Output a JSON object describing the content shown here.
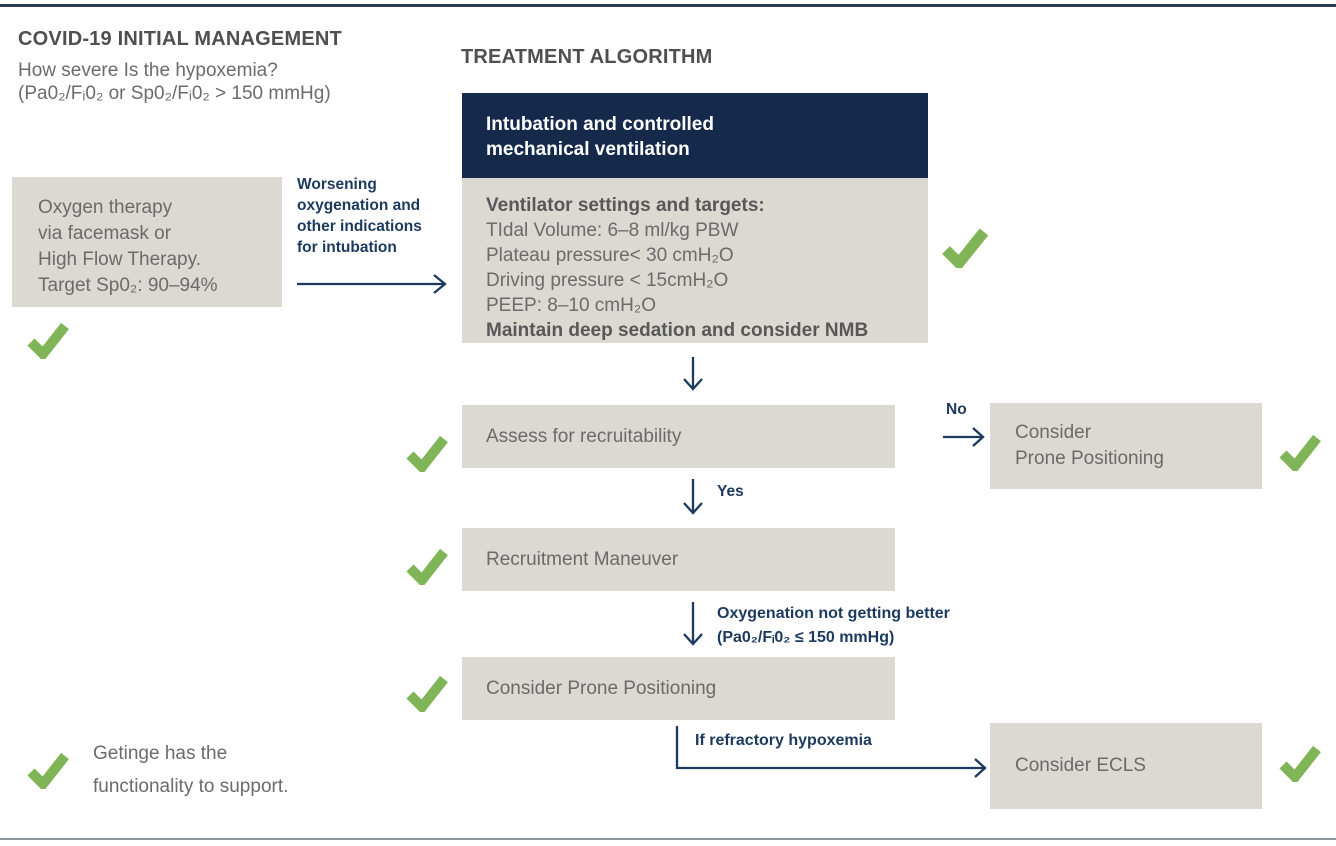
{
  "intro": {
    "title": "COVID-19 INITIAL MANAGEMENT",
    "subtitle_line1": "How severe Is the hypoxemia?",
    "subtitle_line2": "(Pa0₂/Fᵢ0₂ or Sp0₂/Fᵢ0₂ > 150 mmHg)"
  },
  "oxygen_box": {
    "lines": [
      "Oxygen therapy",
      "via facemask or",
      "High Flow Therapy.",
      "Target Sp0₂: 90–94%"
    ]
  },
  "transition_label": {
    "lines": [
      "Worsening",
      "oxygenation and",
      "other indications",
      "for intubation"
    ]
  },
  "algorithm": {
    "title": "TREATMENT ALGORITHM",
    "intubation_box": {
      "lines": [
        "Intubation and controlled",
        "mechanical ventilation"
      ]
    },
    "ventilator_box": {
      "heading": "Ventilator settings and targets:",
      "lines": [
        "TIdal Volume: 6–8 ml/kg PBW",
        "Plateau pressure< 30 cmH₂O",
        "Driving pressure < 15cmH₂O",
        "PEEP: 8–10 cmH₂O"
      ],
      "footer": "Maintain deep sedation and consider NMB"
    },
    "assess_box": "Assess for recruitability",
    "recruitment_box": "Recruitment Maneuver",
    "prone_box": "Consider Prone Positioning",
    "no_label": "No",
    "yes_label": "Yes",
    "oxygenation_label": {
      "lines": [
        "Oxygenation not getting better",
        "(Pa0₂/Fᵢ0₂ ≤ 150 mmHg)"
      ]
    },
    "refractory_label": "If refractory hypoxemia",
    "prone_right_box": {
      "lines": [
        "Consider",
        "Prone Positioning"
      ]
    },
    "ecls_box": "Consider ECLS"
  },
  "legend": {
    "lines": [
      "Getinge has the",
      "functionality to support."
    ],
    "checkmark_meaning": "Getinge has the functionality to support."
  },
  "colors": {
    "navy_box": "#152a4b",
    "navy_text_arrows": "#1c3a5e",
    "gray_box": "#dcd8d2",
    "green_check": "#7fb556",
    "body_text": "#6b6b6b",
    "heading_text": "#4f4f4f",
    "top_rule": "#2b3b52",
    "bottom_rule": "#8d979e"
  }
}
